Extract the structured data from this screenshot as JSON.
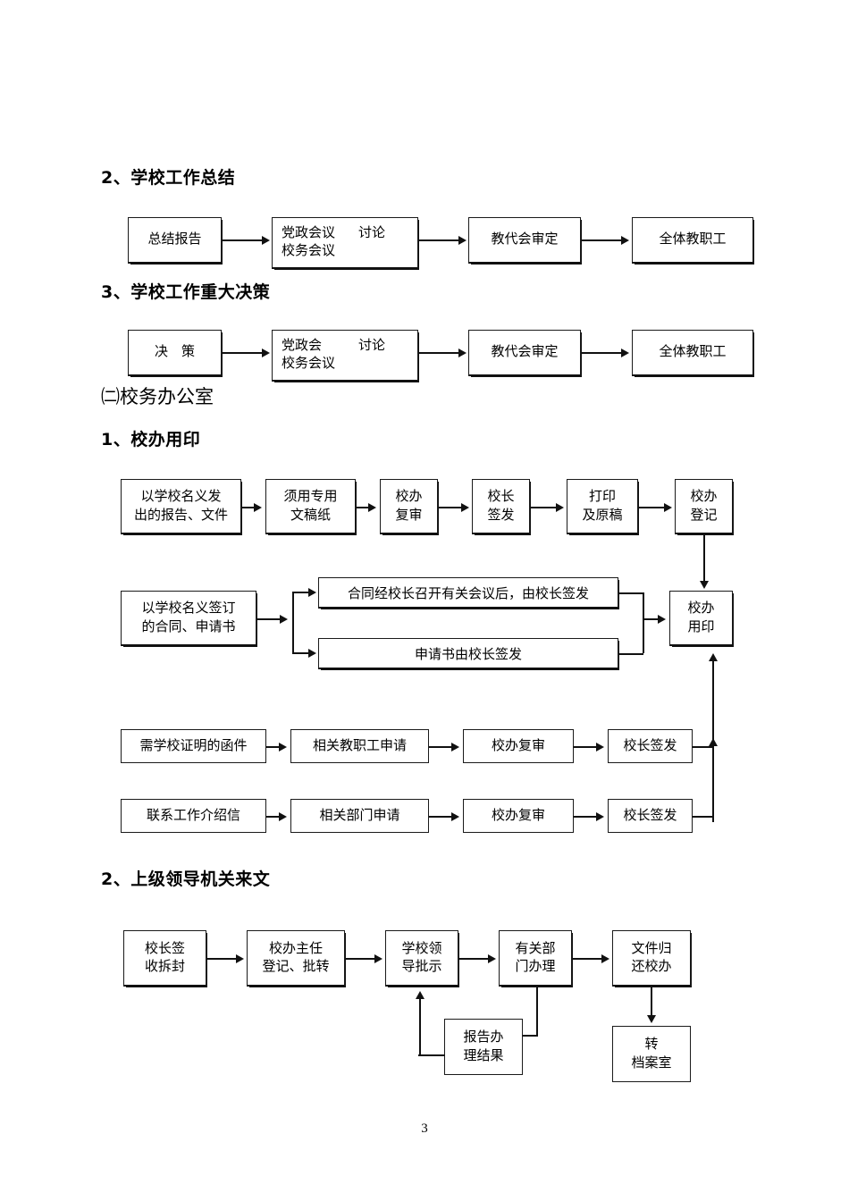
{
  "document": {
    "page_number": "3"
  },
  "sections": [
    {
      "id": "school-work-summary",
      "heading": "2、学校工作总结",
      "nodes": {
        "n1": "总结报告",
        "n2_line1": "党政会议",
        "n2_line2": "校务会议",
        "n2_right": "讨论",
        "n3": "教代会审定",
        "n4": "全体教职工"
      }
    },
    {
      "id": "school-major-decision",
      "heading": "3、学校工作重大决策",
      "nodes": {
        "n1": "决　策",
        "n2_line1": "党政会",
        "n2_line2": "校务会议",
        "n2_right": "讨论",
        "n3": "教代会审定",
        "n4": "全体教职工"
      }
    },
    {
      "id": "school-office",
      "heading": "㈡校务办公室"
    },
    {
      "id": "office-seal",
      "heading": "1、校办用印",
      "row_documents": {
        "b1_l1": "以学校名义发",
        "b1_l2": "出的报告、文件",
        "b2_l1": "须用专用",
        "b2_l2": "文稿纸",
        "b3_l1": "校办",
        "b3_l2": "复审",
        "b4_l1": "校长",
        "b4_l2": "签发",
        "b5_l1": "打印",
        "b5_l2": "及原稿",
        "b6_l1": "校办",
        "b6_l2": "登记"
      },
      "row_contracts": {
        "src_l1": "以学校名义签订",
        "src_l2": "的合同、申请书",
        "branch_a": "合同经校长召开有关会议后，由校长签发",
        "branch_b": "申请书由校长签发"
      },
      "seal_node": {
        "l1": "校办",
        "l2": "用印"
      },
      "row_letters": {
        "b1": "需学校证明的函件",
        "b2": "相关教职工申请",
        "b3": "校办复审",
        "b4": "校长签发"
      },
      "row_intro": {
        "b1": "联系工作介绍信",
        "b2": "相关部门申请",
        "b3": "校办复审",
        "b4": "校长签发"
      }
    },
    {
      "id": "incoming-documents",
      "heading": "2、上级领导机关来文",
      "nodes": {
        "b1_l1": "校长签",
        "b1_l2": "收拆封",
        "b2_l1": "校办主任",
        "b2_l2": "登记、批转",
        "b3_l1": "学校领",
        "b3_l2": "导批示",
        "b4_l1": "有关部",
        "b4_l2": "门办理",
        "b5_l1": "文件归",
        "b5_l2": "还校办",
        "b6_l1": "报告办",
        "b6_l2": "理结果",
        "b7_l1": "转",
        "b7_l2": "档案室"
      }
    }
  ],
  "colors": {
    "ink": "#000000",
    "line": "#111111",
    "paper": "#ffffff"
  }
}
